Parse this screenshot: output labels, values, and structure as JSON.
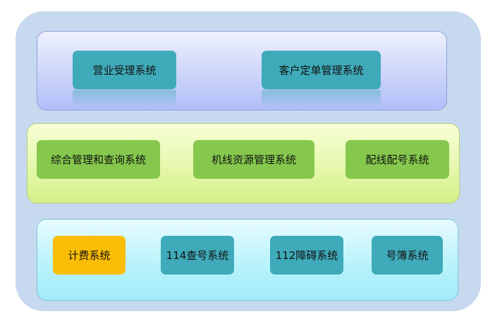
{
  "diagram": {
    "top_layer": {
      "items": [
        "营业受理系统",
        "客户定单管理系统"
      ]
    },
    "middle_layer": {
      "items": [
        "综合管理和查询系统",
        "机线资源管理系统",
        "配线配号系统"
      ]
    },
    "bottom_layer": {
      "items": [
        "计费系统",
        "114查号系统",
        "112障碍系统",
        "号簿系统"
      ]
    }
  },
  "colors": {
    "outer_background": "#c6d9ef",
    "teal_box": "#3faab9",
    "green_box": "#86c84d",
    "orange_box": "#fbbd05"
  }
}
